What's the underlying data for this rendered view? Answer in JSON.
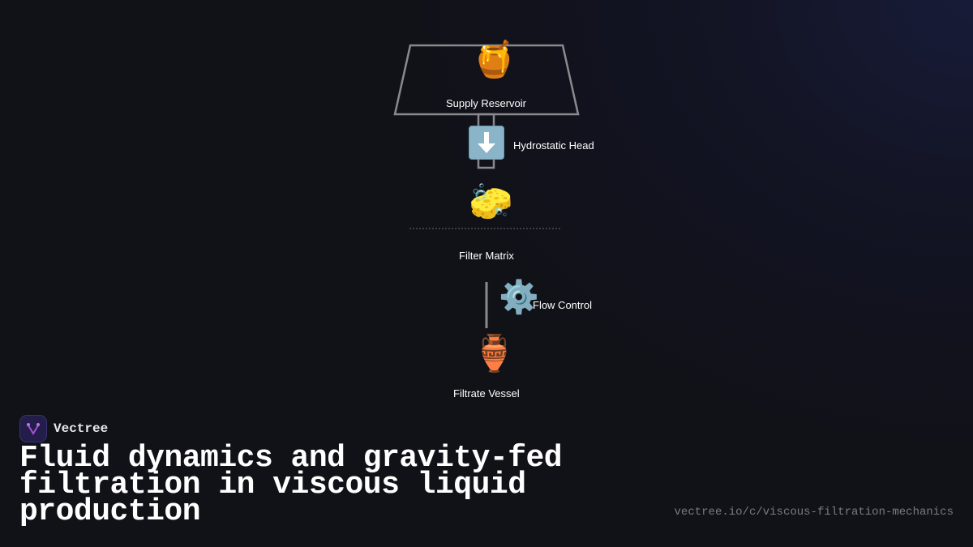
{
  "diagram": {
    "nodes": [
      {
        "id": "supply",
        "label": "Supply Reservoir",
        "icon": "honey-pot-icon",
        "glyph": "🍯"
      },
      {
        "id": "head",
        "label": "Hydrostatic Head",
        "icon": "down-arrow-icon",
        "glyph": "⬇️"
      },
      {
        "id": "filter",
        "label": "Filter Matrix",
        "icon": "sponge-icon",
        "glyph": "🧽"
      },
      {
        "id": "flow",
        "label": "Flow Control",
        "icon": "gear-icon",
        "glyph": "⚙️"
      },
      {
        "id": "vessel",
        "label": "Filtrate Vessel",
        "icon": "amphora-icon",
        "glyph": "🏺"
      }
    ],
    "colors": {
      "stroke": "#8a8a8e",
      "background": "#111118",
      "accent": "#a54fd6"
    }
  },
  "brand": {
    "name": "Vectree",
    "logo_icon": "vectree-logo-icon"
  },
  "title": "Fluid dynamics and gravity-fed filtration in viscous liquid production",
  "url": "vectree.io/c/viscous-filtration-mechanics"
}
